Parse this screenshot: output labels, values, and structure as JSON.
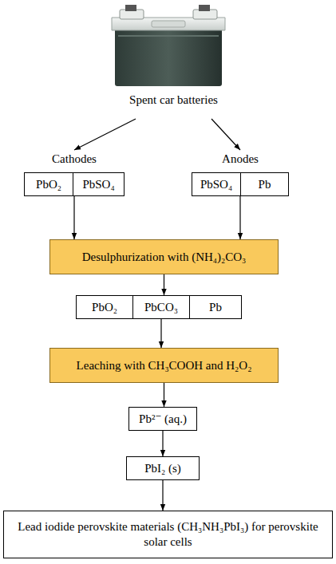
{
  "diagram": {
    "nodes": [
      {
        "text": [
          "Spent car batteries"
        ]
      },
      {
        "text": [
          "Cathodes"
        ]
      },
      {
        "text": [
          "PbO₂"
        ],
        "in": 1
      },
      {
        "text": [
          "PbSO₄"
        ],
        "in": 1
      },
      {
        "text": [
          "Anodes"
        ]
      },
      {
        "text": [
          "PbSO₄"
        ],
        "in": 4
      },
      {
        "text": [
          "Pb"
        ],
        "in": 4
      },
      {
        "text": [
          "Desulphurization with (NH₄)₂CO₃"
        ]
      },
      {
        "text": [
          "PbO₂"
        ]
      },
      {
        "text": [
          "PbCO₃"
        ]
      },
      {
        "text": [
          "Pb"
        ]
      },
      {
        "text": [
          "Leaching with CH₃COOH and H₂O₂"
        ]
      },
      {
        "text": [
          "Pb²⁻ (aq.)"
        ]
      },
      {
        "text": [
          "PbI₂ (s)"
        ]
      },
      {
        "text": [
          "Lead iodide perovskite materials (CH₃NH₃PbI₃) for perovskite solar cells"
        ]
      }
    ],
    "edges": [
      {
        "from": 0,
        "to": 1,
        "arrow": "to"
      },
      {
        "from": 0,
        "to": 4,
        "arrow": "to"
      },
      {
        "from": 1,
        "to": 7,
        "arrow": "to"
      },
      {
        "from": 4,
        "to": 7,
        "arrow": "to"
      },
      {
        "from": 7,
        "to": 9,
        "arrow": "to"
      },
      {
        "from": 9,
        "to": 11,
        "arrow": "to"
      },
      {
        "from": 11,
        "to": 12,
        "arrow": "to"
      },
      {
        "from": 12,
        "to": 13,
        "arrow": "to"
      },
      {
        "from": 13,
        "to": 14,
        "arrow": "to"
      }
    ]
  }
}
